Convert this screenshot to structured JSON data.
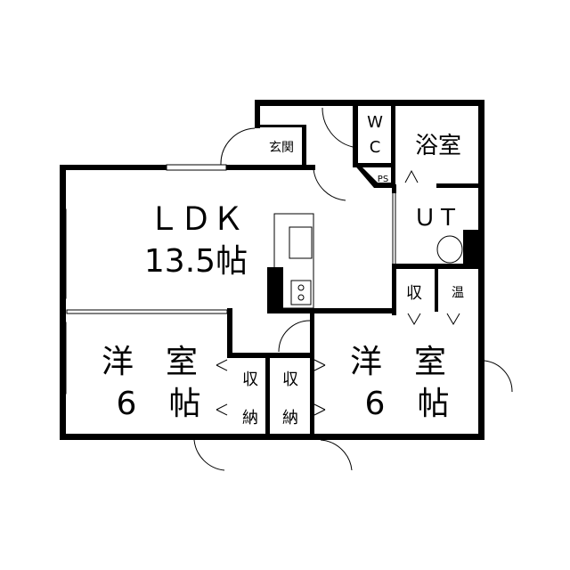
{
  "floor_plan": {
    "rooms": {
      "ldk": {
        "name": "ＬＤＫ",
        "size": "13.5帖"
      },
      "entrance": {
        "name": "玄関"
      },
      "wc": {
        "line1": "W",
        "line2": "C"
      },
      "bath": {
        "name": "浴室"
      },
      "utility": {
        "name": "ＵＴ"
      },
      "ps": {
        "name": "PS"
      },
      "storage_ut": {
        "name": "収"
      },
      "water_heater": {
        "name": "温"
      },
      "bedroom_left": {
        "line1": "洋　室",
        "line2": "6　帖"
      },
      "bedroom_right": {
        "line1": "洋　室",
        "line2": "6　帖"
      },
      "closet_left": {
        "line1": "収",
        "line2": "納"
      },
      "closet_right": {
        "line1": "収",
        "line2": "納"
      }
    }
  }
}
